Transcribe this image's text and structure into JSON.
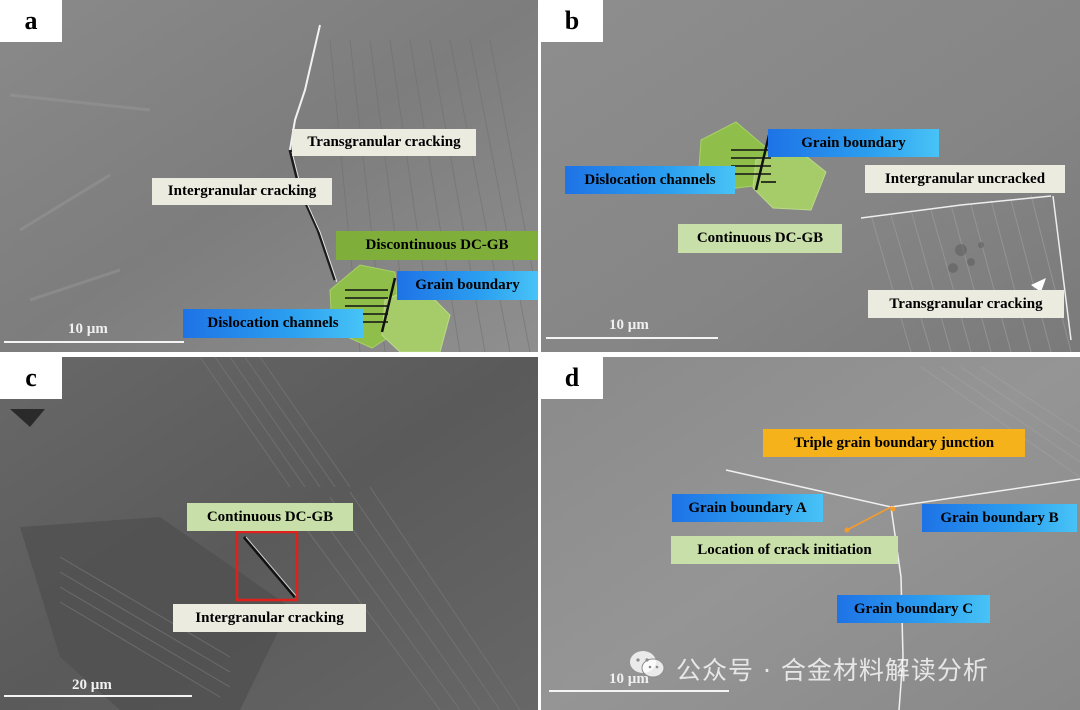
{
  "panels": {
    "a": {
      "letter": "a",
      "scale": "10 µm",
      "labels": {
        "transgranular": "Transgranular cracking",
        "intergranular": "Intergranular cracking",
        "discontinuous": "Discontinuous DC-GB",
        "grain_boundary": "Grain boundary",
        "dislocation": "Dislocation channels"
      }
    },
    "b": {
      "letter": "b",
      "scale": "10 µm",
      "labels": {
        "grain_boundary": "Grain boundary",
        "dislocation": "Dislocation channels",
        "intergranular_uncracked": "Intergranular uncracked",
        "continuous": "Continuous DC-GB",
        "transgranular": "Transgranular cracking"
      }
    },
    "c": {
      "letter": "c",
      "scale": "20 µm",
      "labels": {
        "continuous": "Continuous DC-GB",
        "intergranular": "Intergranular cracking"
      }
    },
    "d": {
      "letter": "d",
      "scale": "10 µm",
      "labels": {
        "triple": "Triple grain boundary junction",
        "gb_a": "Grain boundary A",
        "gb_b": "Grain boundary B",
        "crack_init": "Location of crack initiation",
        "gb_c": "Grain boundary C"
      }
    }
  },
  "watermark": "公众号 · 合金材料解读分析",
  "colors": {
    "sem_gray": "#8c8c8c",
    "label_beige": "#ecebe0",
    "label_green": "#7fae3a",
    "label_blue": "#2b9ff0",
    "label_orange": "#f6b21a",
    "highlight_box": "#e0201a"
  }
}
